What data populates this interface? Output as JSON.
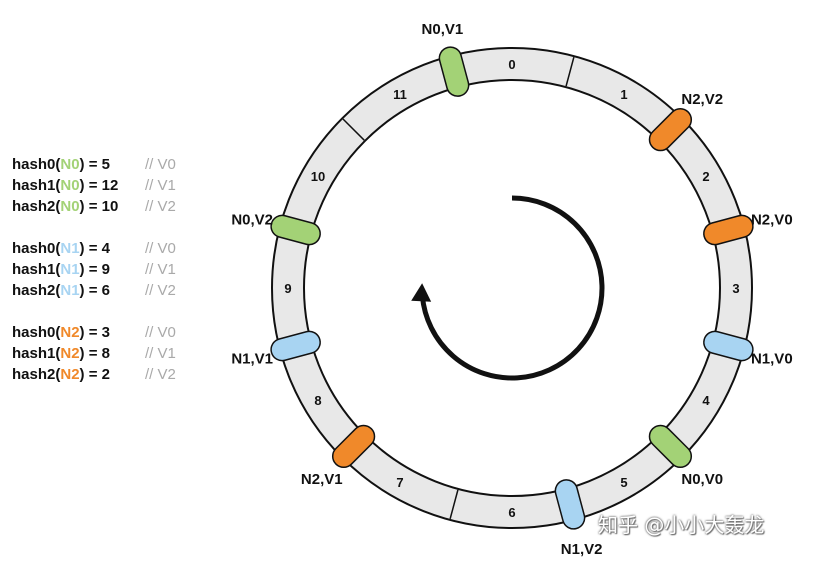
{
  "colors": {
    "N0": "#a3d276",
    "N1": "#a8d4f2",
    "N2": "#f0892a",
    "ring": "#e8e8e8",
    "comment": "#a9a9a9"
  },
  "ring": {
    "segments": [
      "0",
      "1",
      "2",
      "3",
      "4",
      "5",
      "6",
      "7",
      "8",
      "9",
      "10",
      "11"
    ],
    "nodes": [
      {
        "label": "N0,V1",
        "node": "N0",
        "hash": 0
      },
      {
        "label": "N2,V2",
        "node": "N2",
        "hash": 2
      },
      {
        "label": "N2,V0",
        "node": "N2",
        "hash": 3
      },
      {
        "label": "N1,V0",
        "node": "N1",
        "hash": 4
      },
      {
        "label": "N0,V0",
        "node": "N0",
        "hash": 5
      },
      {
        "label": "N1,V2",
        "node": "N1",
        "hash": 6
      },
      {
        "label": "N2,V1",
        "node": "N2",
        "hash": 8
      },
      {
        "label": "N1,V1",
        "node": "N1",
        "hash": 9
      },
      {
        "label": "N0,V2",
        "node": "N0",
        "hash": 10
      }
    ],
    "direction": "clockwise"
  },
  "legend": [
    [
      {
        "fn": "hash0",
        "node": "N0",
        "value": "5",
        "comment": "// V0"
      },
      {
        "fn": "hash1",
        "node": "N0",
        "value": "12",
        "comment": "// V1"
      },
      {
        "fn": "hash2",
        "node": "N0",
        "value": "10",
        "comment": "// V2"
      }
    ],
    [
      {
        "fn": "hash0",
        "node": "N1",
        "value": "4",
        "comment": "// V0"
      },
      {
        "fn": "hash1",
        "node": "N1",
        "value": "9",
        "comment": "// V1"
      },
      {
        "fn": "hash2",
        "node": "N1",
        "value": "6",
        "comment": "// V2"
      }
    ],
    [
      {
        "fn": "hash0",
        "node": "N2",
        "value": "3",
        "comment": "// V0"
      },
      {
        "fn": "hash1",
        "node": "N2",
        "value": "8",
        "comment": "// V1"
      },
      {
        "fn": "hash2",
        "node": "N2",
        "value": "2",
        "comment": "// V2"
      }
    ]
  ],
  "watermark": "知乎 @小小大轰龙"
}
